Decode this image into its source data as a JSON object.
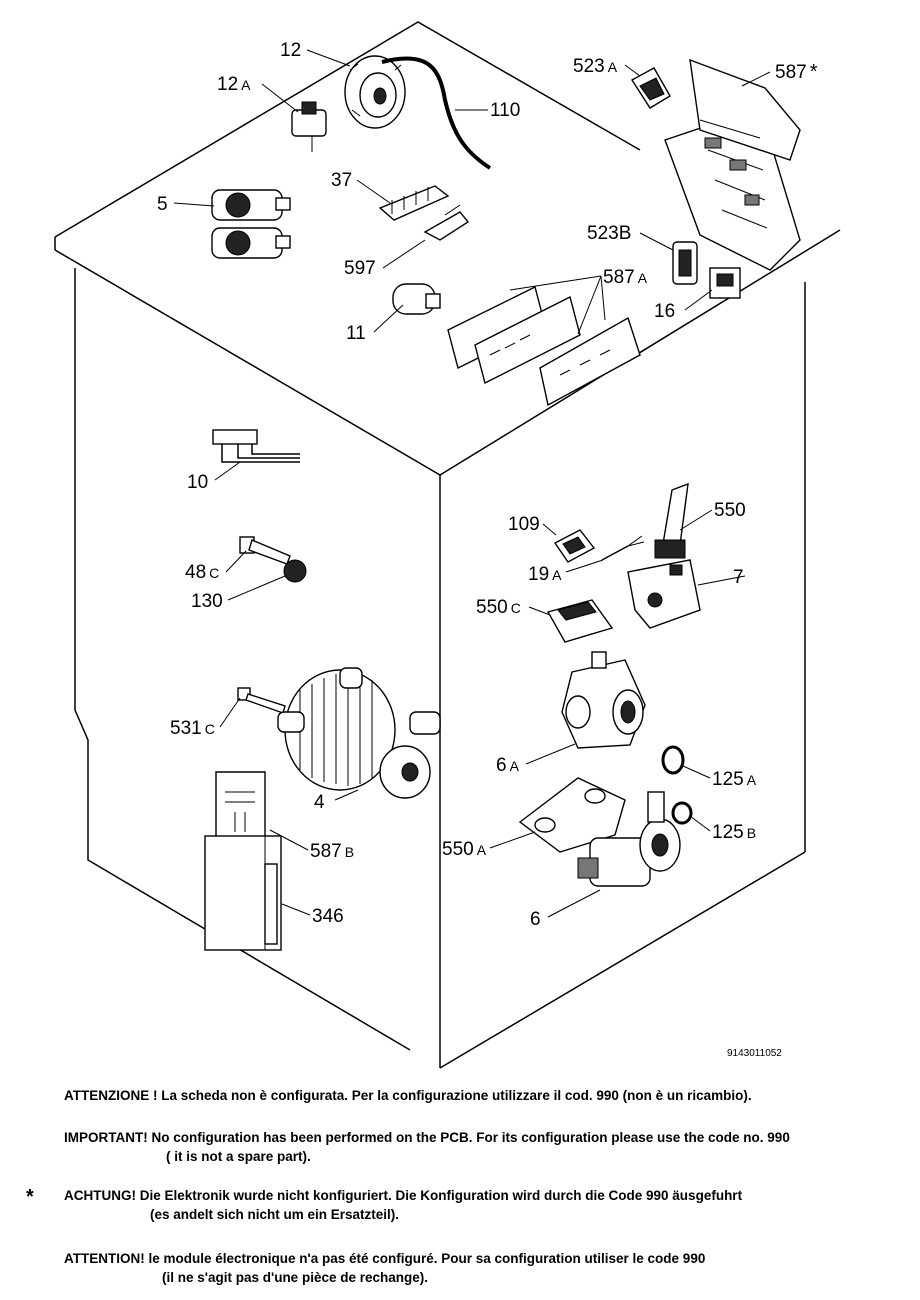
{
  "callouts": [
    {
      "main": "12",
      "suffix": ""
    },
    {
      "main": "12",
      "suffix": "A"
    },
    {
      "main": "110",
      "suffix": ""
    },
    {
      "main": "523",
      "suffix": "A"
    },
    {
      "main": "587",
      "suffix": "*"
    },
    {
      "main": "5",
      "suffix": ""
    },
    {
      "main": "37",
      "suffix": ""
    },
    {
      "main": "523B",
      "suffix": ""
    },
    {
      "main": "597",
      "suffix": ""
    },
    {
      "main": "587",
      "suffix": "A"
    },
    {
      "main": "16",
      "suffix": ""
    },
    {
      "main": "11",
      "suffix": ""
    },
    {
      "main": "10",
      "suffix": ""
    },
    {
      "main": "109",
      "suffix": ""
    },
    {
      "main": "550",
      "suffix": ""
    },
    {
      "main": "19",
      "suffix": "A"
    },
    {
      "main": "7",
      "suffix": ""
    },
    {
      "main": "48",
      "suffix": "C"
    },
    {
      "main": "550",
      "suffix": "C"
    },
    {
      "main": "130",
      "suffix": ""
    },
    {
      "main": "531",
      "suffix": "C"
    },
    {
      "main": "6",
      "suffix": "A"
    },
    {
      "main": "125",
      "suffix": "A"
    },
    {
      "main": "4",
      "suffix": ""
    },
    {
      "main": "587",
      "suffix": "B"
    },
    {
      "main": "125",
      "suffix": "B"
    },
    {
      "main": "550",
      "suffix": "A"
    },
    {
      "main": "346",
      "suffix": ""
    },
    {
      "main": "6",
      "suffix": ""
    }
  ],
  "document_id": "9143011052",
  "notes": {
    "it": "ATTENZIONE ! La scheda non è  configurata. Per la configurazione utilizzare il cod. 990 (non è un ricambio).",
    "en_1": "IMPORTANT! No configuration has been performed on the PCB. For its configuration please use the code no. 990",
    "en_2": "( it is not a spare part).",
    "star": "*",
    "de_1": "ACHTUNG! Die Elektronik wurde nicht konfiguriert. Die Konfiguration wird durch die Code 990 äusgefuhrt",
    "de_2": "(es andelt sich nicht um ein Ersatzteil).",
    "fr_1": "ATTENTION! le module électronique n'a pas été configuré. Pour  sa configuration utiliser le code 990",
    "fr_2": "(il ne s'agit pas d'une pièce de rechange)."
  }
}
